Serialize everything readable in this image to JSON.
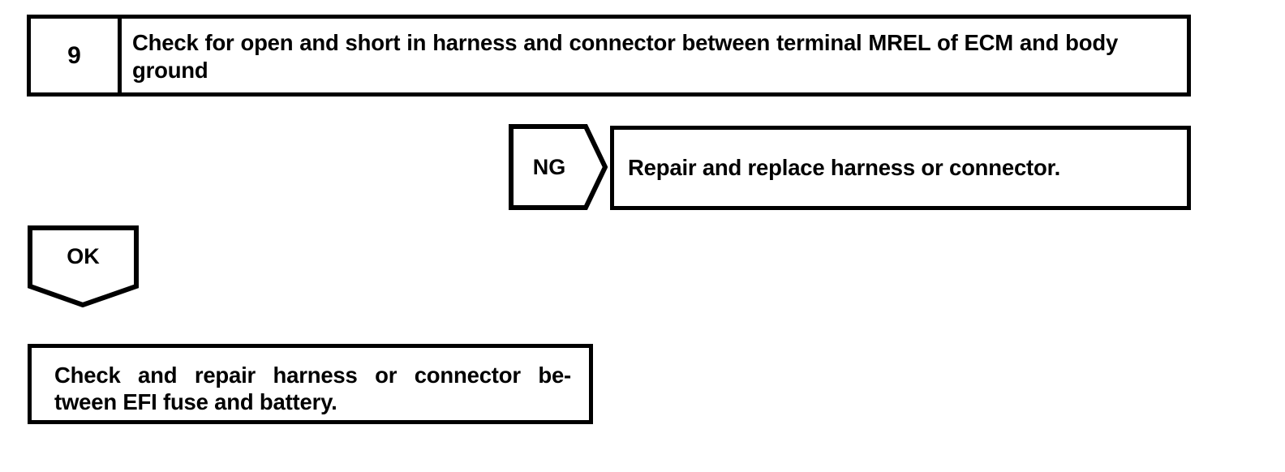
{
  "diagram": {
    "type": "troubleshooting-flowchart",
    "colors": {
      "line": "#000000",
      "background": "#ffffff",
      "text": "#000000"
    },
    "step": {
      "number": "9",
      "instruction": "Check for open and short in harness and connector between terminal MREL of ECM and body ground"
    },
    "branches": {
      "ng": {
        "label": "NG",
        "result": "Repair and replace harness or connector."
      },
      "ok": {
        "label": "OK"
      }
    },
    "final_action": {
      "line1": "Check and repair harness or connector be-",
      "line2": "tween EFI fuse and battery.",
      "full_text": "Check and repair harness or connector between EFI fuse and battery."
    }
  }
}
